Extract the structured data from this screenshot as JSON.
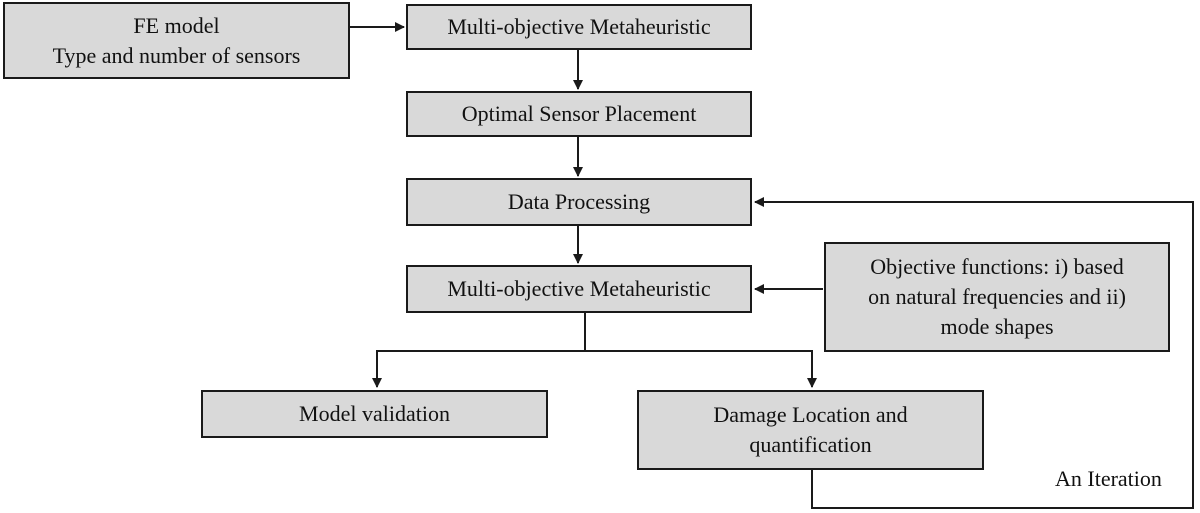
{
  "colors": {
    "box_fill": "#d9d9d9",
    "stroke": "#1a1a1a",
    "text": "#111111",
    "background": "#ffffff"
  },
  "nodes": {
    "fe_model": {
      "lines": [
        "FE model",
        "Type and number of sensors"
      ]
    },
    "multi_objective_1": {
      "lines": [
        "Multi-objective Metaheuristic"
      ]
    },
    "optimal_sensor_placement": {
      "lines": [
        "Optimal Sensor Placement"
      ]
    },
    "data_processing": {
      "lines": [
        "Data Processing"
      ]
    },
    "multi_objective_2": {
      "lines": [
        "Multi-objective Metaheuristic"
      ]
    },
    "objective_functions": {
      "lines": [
        "Objective functions: i) based",
        "on natural frequencies and ii)",
        "mode shapes"
      ]
    },
    "model_validation": {
      "lines": [
        "Model validation"
      ]
    },
    "damage_location": {
      "lines": [
        "Damage Location and",
        "quantification"
      ]
    }
  },
  "labels": {
    "iteration": "An Iteration"
  }
}
